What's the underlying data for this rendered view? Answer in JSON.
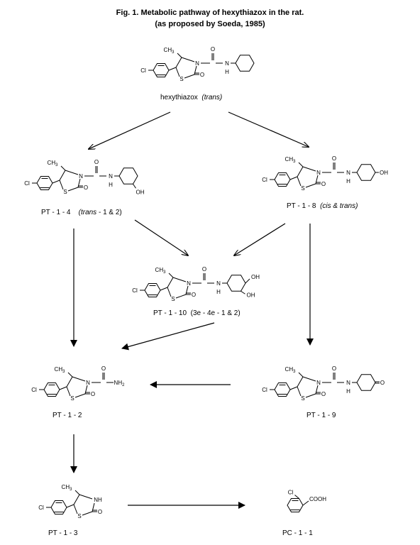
{
  "figure": {
    "title_line1": "Fig. 1.  Metabolic pathway of hexythiazox in the rat.",
    "title_line2": "(as proposed by Soeda, 1985)"
  },
  "compounds": {
    "hexythiazox": {
      "name": "hexythiazox",
      "qualifier": "(trans)"
    },
    "pt14": {
      "name": "PT - 1 - 4",
      "qualifier_a": "(trans",
      "qualifier_b": " - 1 & 2)"
    },
    "pt18": {
      "name": "PT - 1 - 8",
      "qualifier": "(cis & trans)"
    },
    "pt110": {
      "name": "PT - 1 - 10",
      "qualifier": "(3e - 4e - 1 & 2)"
    },
    "pt12": {
      "name": "PT - 1 - 2"
    },
    "pt19": {
      "name": "PT - 1 - 9"
    },
    "pt13": {
      "name": "PT - 1 - 3"
    },
    "pc11": {
      "name": "PC - 1 - 1"
    }
  },
  "atoms": {
    "cl": "Cl",
    "ch3": "CH",
    "ch3_sub": "3",
    "n": "N",
    "s": "S",
    "o": "O",
    "h": "H",
    "nh": "NH",
    "nh2": "NH",
    "nh2_sub": "2",
    "oh": "OH",
    "cooh": "COOH"
  }
}
